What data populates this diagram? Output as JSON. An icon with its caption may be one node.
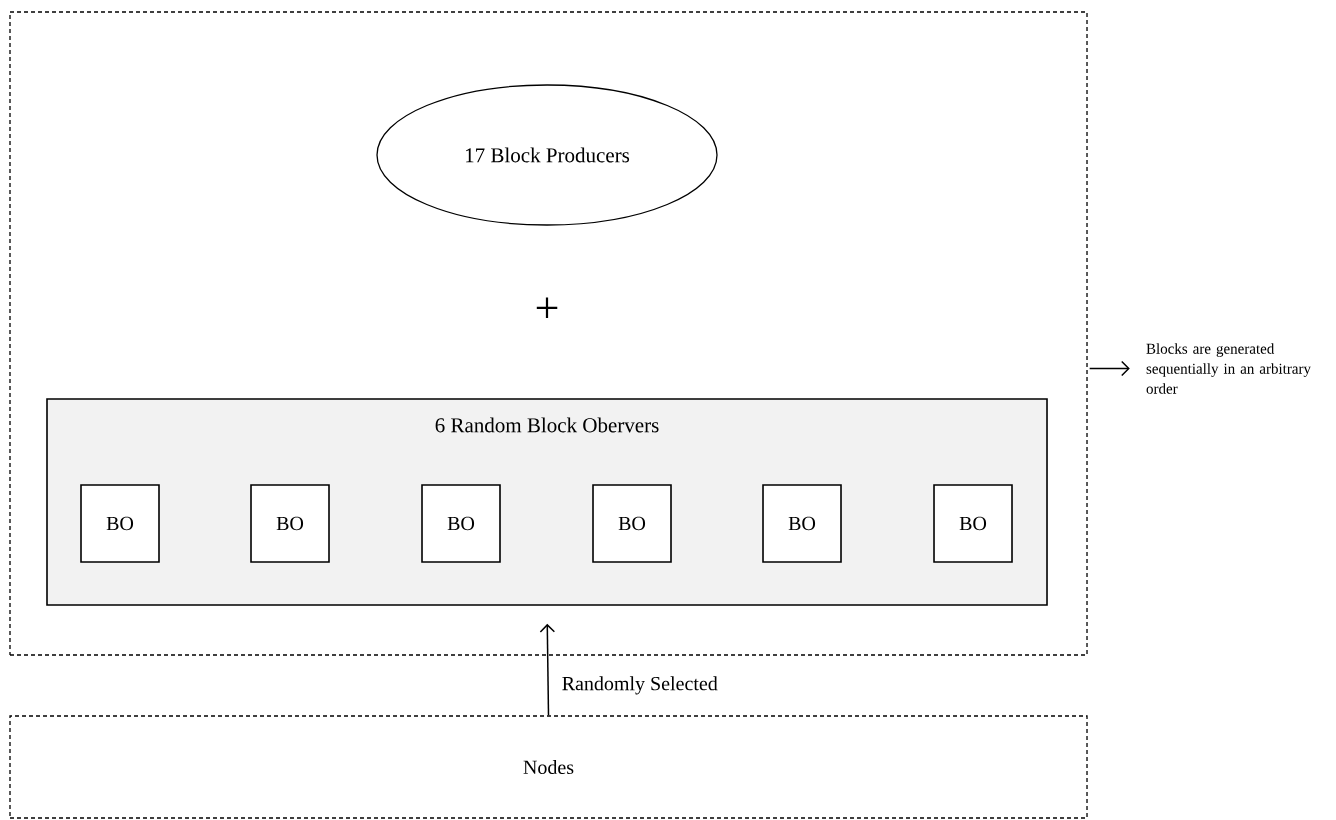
{
  "diagram": {
    "nodes": [
      {
        "text": [],
        "shape": "box"
      },
      {
        "text": [
          "17 Block Producers"
        ],
        "in": 0
      },
      {
        "text": [
          "6 Random Block Obervers"
        ],
        "in": 0
      },
      {
        "text": [
          "BO"
        ],
        "in": 2
      },
      {
        "text": [
          "BO"
        ],
        "in": 2
      },
      {
        "text": [
          "BO"
        ],
        "in": 2
      },
      {
        "text": [
          "BO"
        ],
        "in": 2
      },
      {
        "text": [
          "BO"
        ],
        "in": 2
      },
      {
        "text": [
          "BO"
        ],
        "in": 2
      },
      {
        "text": [
          "Nodes"
        ]
      },
      {
        "text": [
          "Blocks are generated sequentially in an arbitrary order"
        ]
      }
    ],
    "edges": [
      {
        "from": 9,
        "to": 2,
        "arrow": "to",
        "label": "Randomly Selected"
      },
      {
        "from": 0,
        "to": 10,
        "arrow": "to"
      }
    ],
    "labels": [
      "+"
    ]
  }
}
